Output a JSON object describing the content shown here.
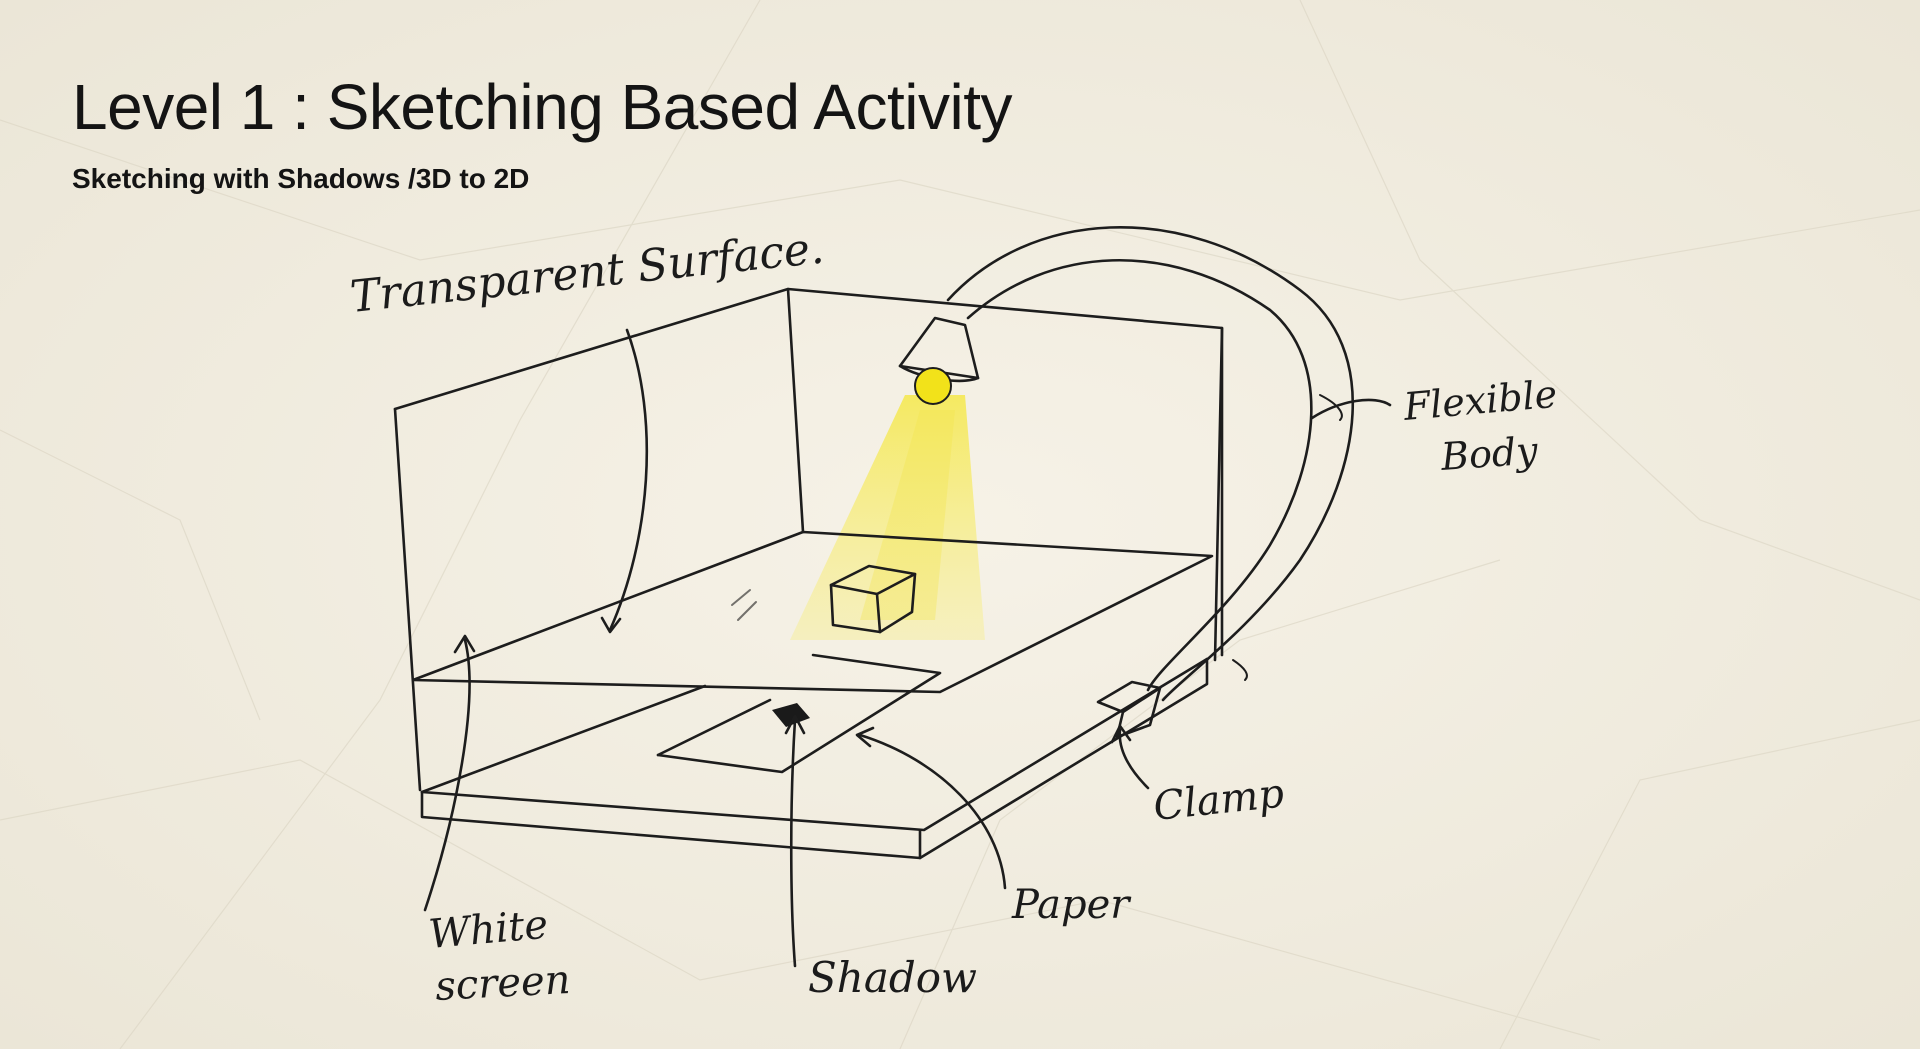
{
  "header": {
    "title": "Level 1 : Sketching Based Activity",
    "subtitle": "Sketching with Shadows /3D to 2D"
  },
  "diagram": {
    "labels": {
      "transparent_surface": "Transparent Surface.",
      "flexible": "Flexible",
      "body": "Body",
      "clamp": "Clamp",
      "paper": "Paper",
      "shadow": "Shadow",
      "white": "White",
      "screen": "screen"
    }
  },
  "colors": {
    "background": "#f3efe3",
    "ink": "#1d1d1d",
    "light_beam": "#f5e84a",
    "bulb": "#f2e21a"
  }
}
